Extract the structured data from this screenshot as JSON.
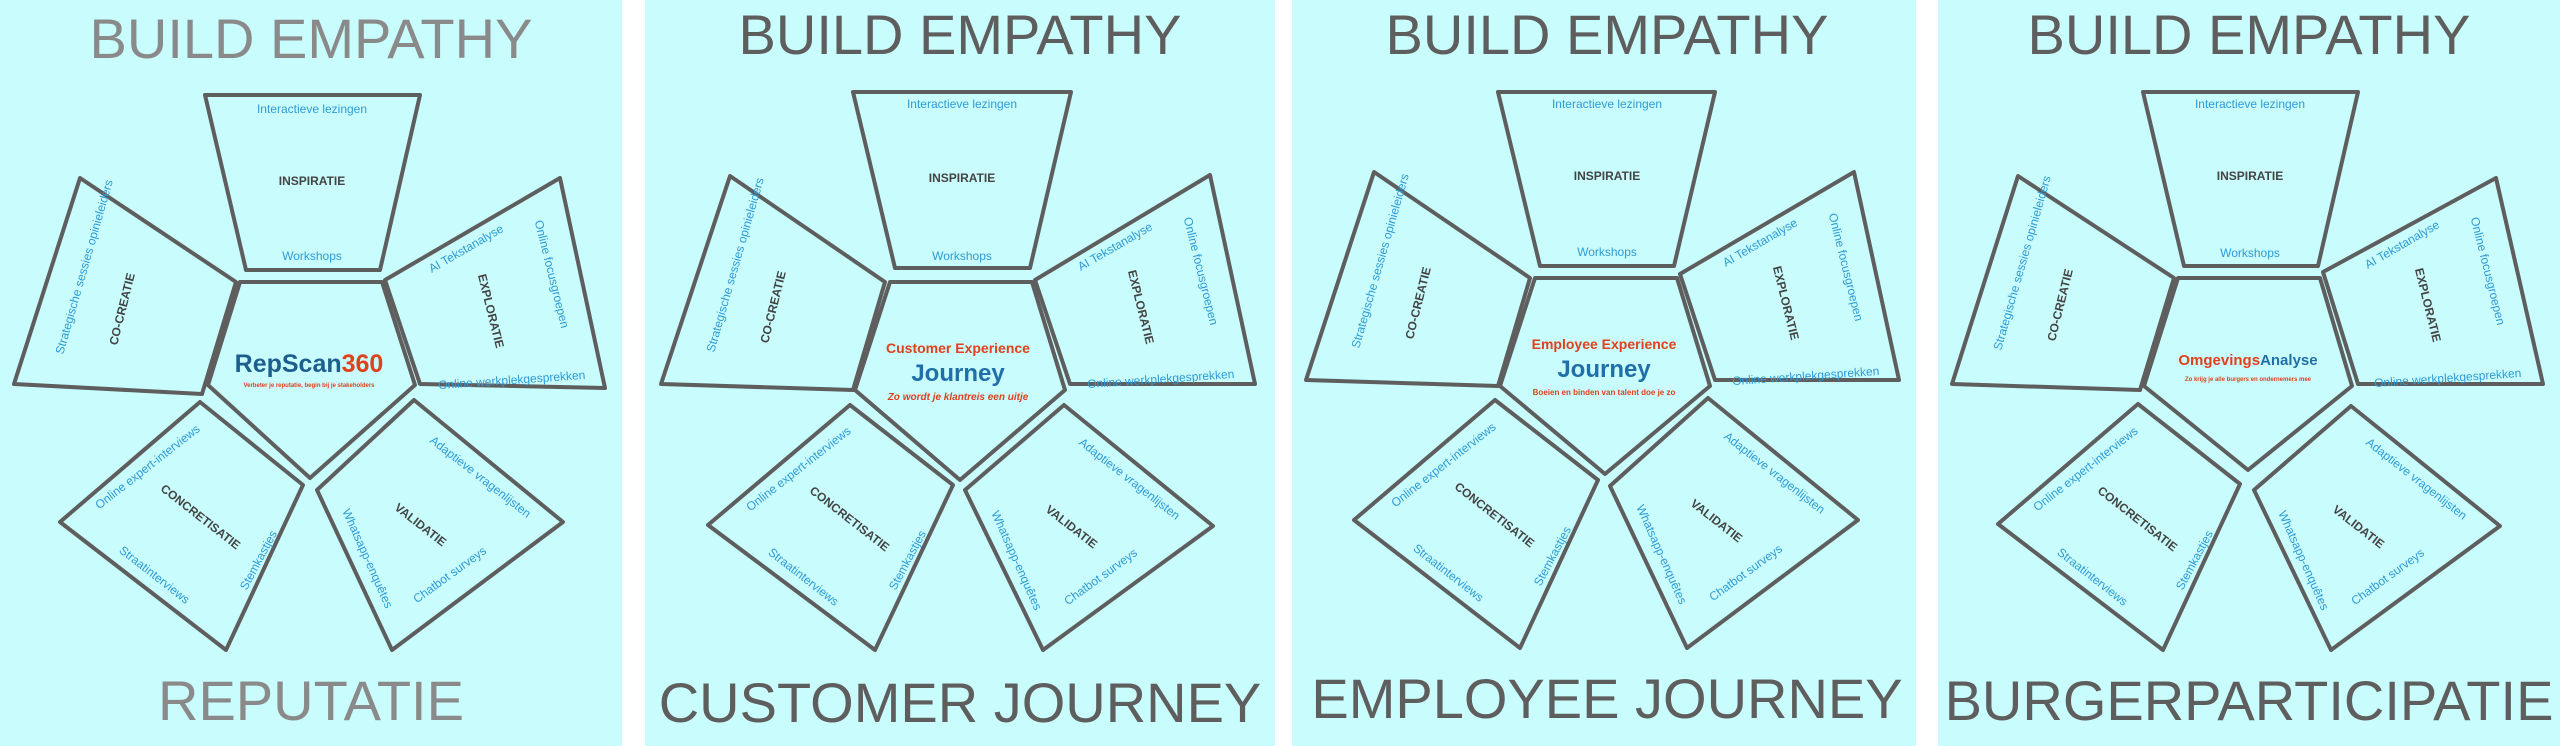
{
  "top_title": "BUILD EMPATHY",
  "segments": {
    "inspiratie": {
      "label": "INSPIRATIE",
      "items": [
        "Interactieve lezingen",
        "Workshops"
      ]
    },
    "exploratie": {
      "label": "EXPLORATIE",
      "items": [
        "AI Tekstanalyse",
        "Online focusgroepen",
        "Online werkplekgesprekken"
      ]
    },
    "validatie": {
      "label": "VALIDATIE",
      "items": [
        "Adaptieve vragenlijsten",
        "Whatsapp-enquêtes",
        "Chatbot surveys"
      ]
    },
    "concretisatie": {
      "label": "CONCRETISATIE",
      "items": [
        "Online expert-interviews",
        "Straatinterviews",
        "Stemkastjes"
      ]
    },
    "cocreatie": {
      "label": "CO-CREATIE",
      "items": [
        "Strategische sessies opinieleiders"
      ]
    }
  },
  "panels": [
    {
      "bottom_title": "REPUTATIE",
      "center": {
        "logo_part1": "RepScan",
        "logo_part2": "360",
        "tagline": "Verbeter je reputatie, begin bij je stakeholders"
      }
    },
    {
      "bottom_title": "CUSTOMER JOURNEY",
      "center": {
        "line1": "Customer Experience",
        "line2": "Journey",
        "tagline": "Zo wordt je klantreis een uitje"
      }
    },
    {
      "bottom_title": "EMPLOYEE JOURNEY",
      "center": {
        "line1": "Employee  Experience",
        "line2": "Journey",
        "tagline": "Boeien en binden van talent doe je zo"
      }
    },
    {
      "bottom_title": "BURGERPARTICIPATIE",
      "center": {
        "logo_part1": "Omgevings",
        "logo_part2": "Analyse",
        "tagline": "Zo krijg je alle burgers en ondernemers mee"
      }
    }
  ],
  "colors": {
    "background": "#c9fcfc",
    "outline": "#5e5e5e",
    "title_text": "#5e5e5e",
    "first_title_text": "#8a8a8a",
    "item_text": "#2e9bd6",
    "label_text": "#444444",
    "logo_blue": "#1c5f8f",
    "logo_red": "#e0401c",
    "journey_blue": "#1f6fa8"
  }
}
